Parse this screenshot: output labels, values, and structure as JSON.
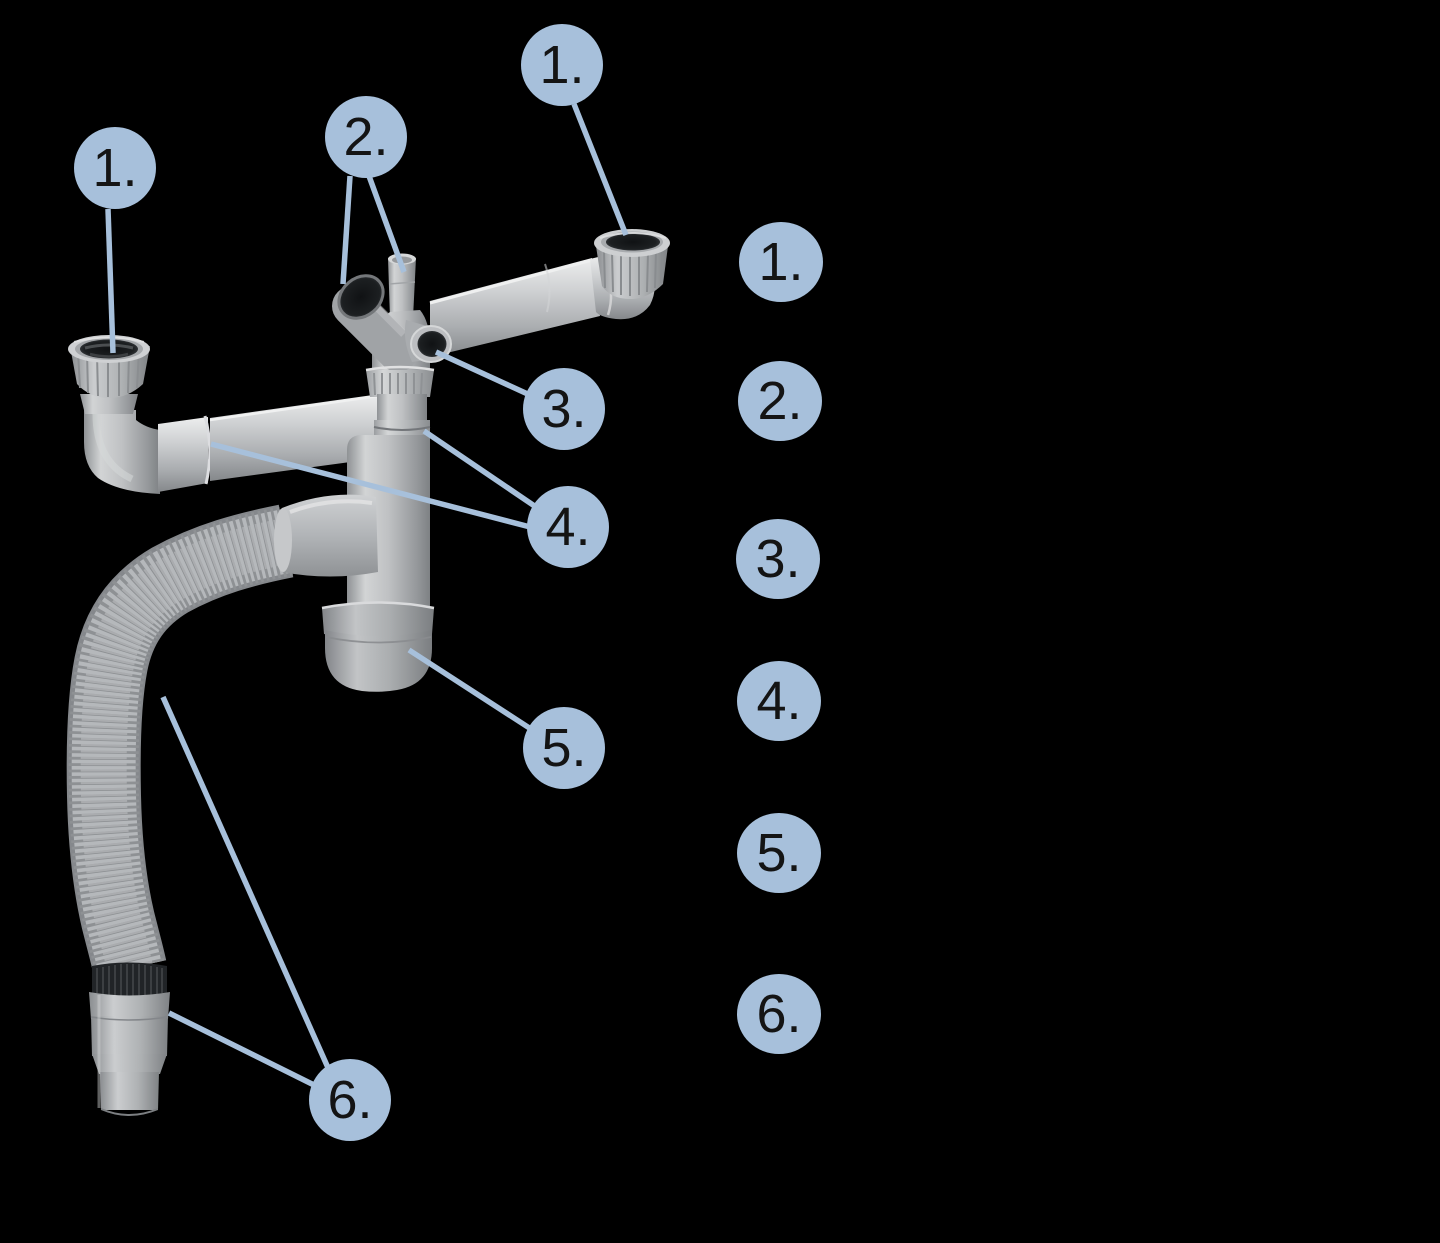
{
  "colors": {
    "background": "#000000",
    "accent_blue": "#a7c0db",
    "number_color": "#141414",
    "part_grey_light": "#d2d4d5",
    "part_grey_mid": "#b3b6b9",
    "part_grey_dark": "#85888b",
    "opening_dark": "#1c1f21"
  },
  "figure": {
    "callouts": [
      {
        "id": "callout-1-left",
        "label": "1."
      },
      {
        "id": "callout-1-right",
        "label": "1."
      },
      {
        "id": "callout-2",
        "label": "2."
      },
      {
        "id": "callout-3",
        "label": "3."
      },
      {
        "id": "callout-4",
        "label": "4."
      },
      {
        "id": "callout-5",
        "label": "5."
      },
      {
        "id": "callout-6",
        "label": "6."
      }
    ],
    "legend": [
      {
        "label": "1."
      },
      {
        "label": "2."
      },
      {
        "label": "3."
      },
      {
        "label": "4."
      },
      {
        "label": "5."
      },
      {
        "label": "6."
      }
    ]
  }
}
